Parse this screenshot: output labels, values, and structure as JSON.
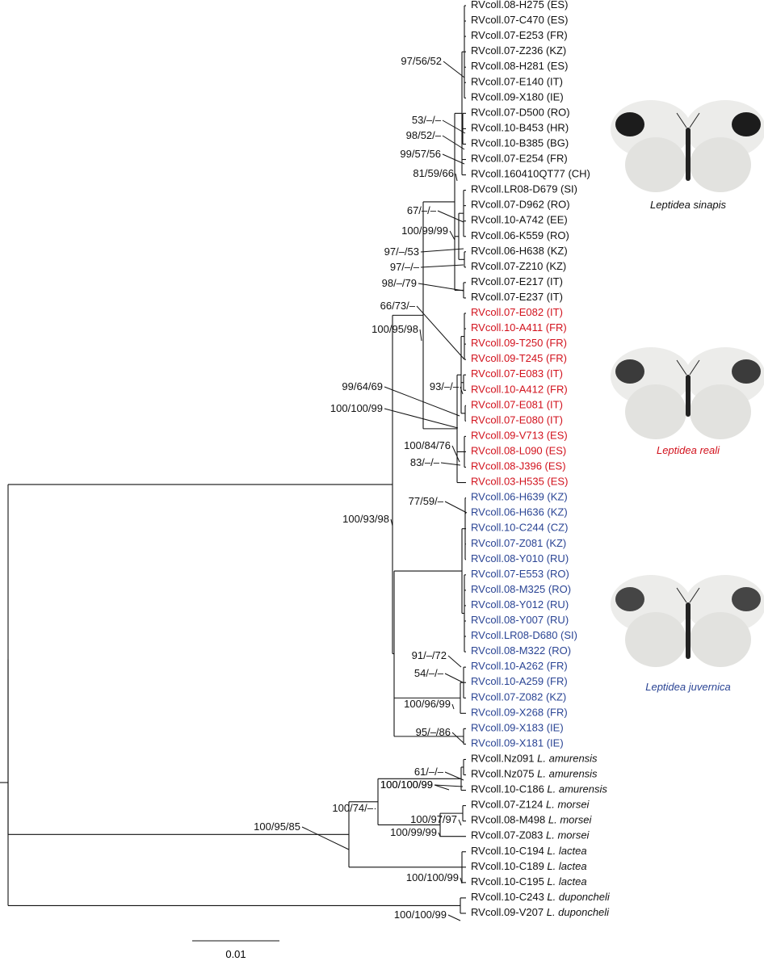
{
  "colors": {
    "sinapis": "#111111",
    "reali": "#d2121d",
    "juvernica": "#2a4494",
    "outgroup": "#111111"
  },
  "taxa": [
    {
      "name": "RVcoll.08-H275",
      "tag": "(ES)",
      "group": "sinapis"
    },
    {
      "name": "RVcoll.07-C470",
      "tag": "(ES)",
      "group": "sinapis"
    },
    {
      "name": "RVcoll.07-E253",
      "tag": "(FR)",
      "group": "sinapis"
    },
    {
      "name": "RVcoll.07-Z236",
      "tag": "(KZ)",
      "group": "sinapis"
    },
    {
      "name": "RVcoll.08-H281",
      "tag": "(ES)",
      "group": "sinapis"
    },
    {
      "name": "RVcoll.07-E140",
      "tag": "(IT)",
      "group": "sinapis"
    },
    {
      "name": "RVcoll.09-X180",
      "tag": "(IE)",
      "group": "sinapis"
    },
    {
      "name": "RVcoll.07-D500",
      "tag": "(RO)",
      "group": "sinapis"
    },
    {
      "name": "RVcoll.10-B453",
      "tag": "(HR)",
      "group": "sinapis"
    },
    {
      "name": "RVcoll.10-B385",
      "tag": "(BG)",
      "group": "sinapis"
    },
    {
      "name": "RVcoll.07-E254",
      "tag": "(FR)",
      "group": "sinapis"
    },
    {
      "name": "RVcoll.160410QT77",
      "tag": "(CH)",
      "group": "sinapis"
    },
    {
      "name": "RVcoll.LR08-D679",
      "tag": "(SI)",
      "group": "sinapis"
    },
    {
      "name": "RVcoll.07-D962",
      "tag": "(RO)",
      "group": "sinapis"
    },
    {
      "name": "RVcoll.10-A742",
      "tag": "(EE)",
      "group": "sinapis"
    },
    {
      "name": "RVcoll.06-K559",
      "tag": "(RO)",
      "group": "sinapis"
    },
    {
      "name": "RVcoll.06-H638",
      "tag": "(KZ)",
      "group": "sinapis"
    },
    {
      "name": "RVcoll.07-Z210",
      "tag": "(KZ)",
      "group": "sinapis"
    },
    {
      "name": "RVcoll.07-E217",
      "tag": "(IT)",
      "group": "sinapis"
    },
    {
      "name": "RVcoll.07-E237",
      "tag": "(IT)",
      "group": "sinapis"
    },
    {
      "name": "RVcoll.07-E082",
      "tag": "(IT)",
      "group": "reali"
    },
    {
      "name": "RVcoll.10-A411",
      "tag": "(FR)",
      "group": "reali"
    },
    {
      "name": "RVcoll.09-T250",
      "tag": "(FR)",
      "group": "reali"
    },
    {
      "name": "RVcoll.09-T245",
      "tag": "(FR)",
      "group": "reali"
    },
    {
      "name": "RVcoll.07-E083",
      "tag": "(IT)",
      "group": "reali"
    },
    {
      "name": "RVcoll.10-A412",
      "tag": "(FR)",
      "group": "reali"
    },
    {
      "name": "RVcoll.07-E081",
      "tag": "(IT)",
      "group": "reali"
    },
    {
      "name": "RVcoll.07-E080",
      "tag": "(IT)",
      "group": "reali"
    },
    {
      "name": "RVcoll.09-V713",
      "tag": "(ES)",
      "group": "reali"
    },
    {
      "name": "RVcoll.08-L090",
      "tag": "(ES)",
      "group": "reali"
    },
    {
      "name": "RVcoll.08-J396",
      "tag": "(ES)",
      "group": "reali"
    },
    {
      "name": "RVcoll.03-H535",
      "tag": "(ES)",
      "group": "reali"
    },
    {
      "name": "RVcoll.06-H639",
      "tag": "(KZ)",
      "group": "juvernica"
    },
    {
      "name": "RVcoll.06-H636",
      "tag": "(KZ)",
      "group": "juvernica"
    },
    {
      "name": "RVcoll.10-C244",
      "tag": "(CZ)",
      "group": "juvernica"
    },
    {
      "name": "RVcoll.07-Z081",
      "tag": "(KZ)",
      "group": "juvernica"
    },
    {
      "name": "RVcoll.08-Y010",
      "tag": "(RU)",
      "group": "juvernica"
    },
    {
      "name": "RVcoll.07-E553",
      "tag": "(RO)",
      "group": "juvernica"
    },
    {
      "name": "RVcoll.08-M325",
      "tag": "(RO)",
      "group": "juvernica"
    },
    {
      "name": "RVcoll.08-Y012",
      "tag": "(RU)",
      "group": "juvernica"
    },
    {
      "name": "RVcoll.08-Y007",
      "tag": "(RU)",
      "group": "juvernica"
    },
    {
      "name": "RVcoll.LR08-D680",
      "tag": "(SI)",
      "group": "juvernica"
    },
    {
      "name": "RVcoll.08-M322",
      "tag": "(RO)",
      "group": "juvernica"
    },
    {
      "name": "RVcoll.10-A262",
      "tag": "(FR)",
      "group": "juvernica"
    },
    {
      "name": "RVcoll.10-A259",
      "tag": "(FR)",
      "group": "juvernica"
    },
    {
      "name": "RVcoll.07-Z082",
      "tag": "(KZ)",
      "group": "juvernica"
    },
    {
      "name": "RVcoll.09-X268",
      "tag": "(FR)",
      "group": "juvernica"
    },
    {
      "name": "RVcoll.09-X183",
      "tag": "(IE)",
      "group": "juvernica"
    },
    {
      "name": "RVcoll.09-X181",
      "tag": "(IE)",
      "group": "juvernica"
    },
    {
      "name": "RVcoll.Nz091",
      "tag": "L. amurensis",
      "group": "outgroup"
    },
    {
      "name": "RVcoll.Nz075",
      "tag": "L. amurensis",
      "group": "outgroup"
    },
    {
      "name": "RVcoll.10-C186",
      "tag": "L. amurensis",
      "group": "outgroup"
    },
    {
      "name": "RVcoll.07-Z124",
      "tag": "L. morsei",
      "group": "outgroup"
    },
    {
      "name": "RVcoll.08-M498",
      "tag": "L. morsei",
      "group": "outgroup"
    },
    {
      "name": "RVcoll.07-Z083",
      "tag": "L. morsei",
      "group": "outgroup"
    },
    {
      "name": "RVcoll.10-C194",
      "tag": "L. lactea",
      "group": "outgroup"
    },
    {
      "name": "RVcoll.10-C189",
      "tag": "L. lactea",
      "group": "outgroup"
    },
    {
      "name": "RVcoll.10-C195",
      "tag": "L. lactea",
      "group": "outgroup"
    },
    {
      "name": "RVcoll.10-C243",
      "tag": "L. duponcheli",
      "group": "outgroup"
    },
    {
      "name": "RVcoll.09-V207",
      "tag": "L. duponcheli",
      "group": "outgroup"
    }
  ],
  "support_values": [
    "97/56/52",
    "53/–/–",
    "98/52/–",
    "99/57/56",
    "81/59/66",
    "67/–/–",
    "100/99/99",
    "97/–/53",
    "97/–/–",
    "98/–/79",
    "66/73/–",
    "100/95/98",
    "93/–/–",
    "99/64/69",
    "100/100/99",
    "100/84/76",
    "83/–/–",
    "100/93/98",
    "77/59/–",
    "91/–/72",
    "54/–/–",
    "100/96/99",
    "95/–/86",
    "100/100/99",
    "61/–/–",
    "100/100/99",
    "100/74/–",
    "100/97/97",
    "100/99/99",
    "100/95/85",
    "100/100/99",
    "100/100/99"
  ],
  "species_labels": [
    "Leptidea sinapis",
    "Leptidea reali",
    "Leptidea juvernica"
  ],
  "scale_bar": {
    "label": "0.01"
  }
}
